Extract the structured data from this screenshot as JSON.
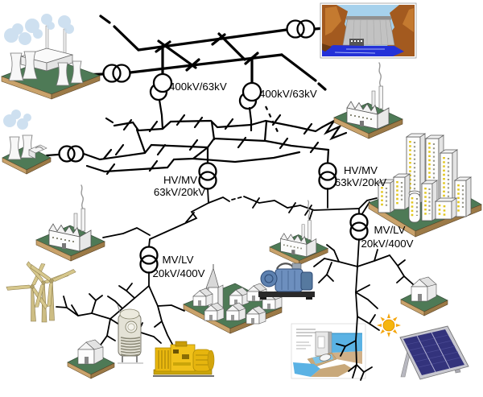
{
  "labels": {
    "grid400_left": "400kV/63kV",
    "grid400_right": "400kV/63kV",
    "hvmv_left_title": "HV/MV",
    "hvmv_left_ratio": "63kV/20kV",
    "hvmv_right_title": "HV/MV",
    "hvmv_right_ratio": "63kV/20kV",
    "mvlv_left_title": "MV/LV",
    "mvlv_left_ratio": "20kV/400V",
    "mvlv_right_title": "MV/LV",
    "mvlv_right_ratio": "20kV/400V"
  },
  "nodes": [
    "nuclear-power-plant",
    "thermal-power-plant",
    "hydroelectric-dam",
    "factory-63kv",
    "factory-20kv",
    "factory-lv",
    "city-buildings",
    "village",
    "small-house-left",
    "small-house-right",
    "wind-turbines",
    "domestic-chp-boiler",
    "diesel-generator-set",
    "gas-generator-set",
    "micro-hydro-plant",
    "solar-panel",
    "sun"
  ],
  "colors": {
    "line": "#000000",
    "platform_green": "#4e7a56",
    "platform_edge_light": "#c9a26b",
    "platform_edge_dark": "#9c7a47",
    "steam_blue": "#c8dcee",
    "cat_yellow": "#ecb211",
    "genset_blue": "#6d8fbe",
    "solar_navy": "#33337c",
    "sun_orange": "#f5a60d",
    "water_blue": "#2431d8",
    "canyon_brown": "#a35a1f",
    "dam_gray": "#c2c2c2",
    "window_yellow": "#e2c61c",
    "turbine_tan": "#d6c78c"
  }
}
